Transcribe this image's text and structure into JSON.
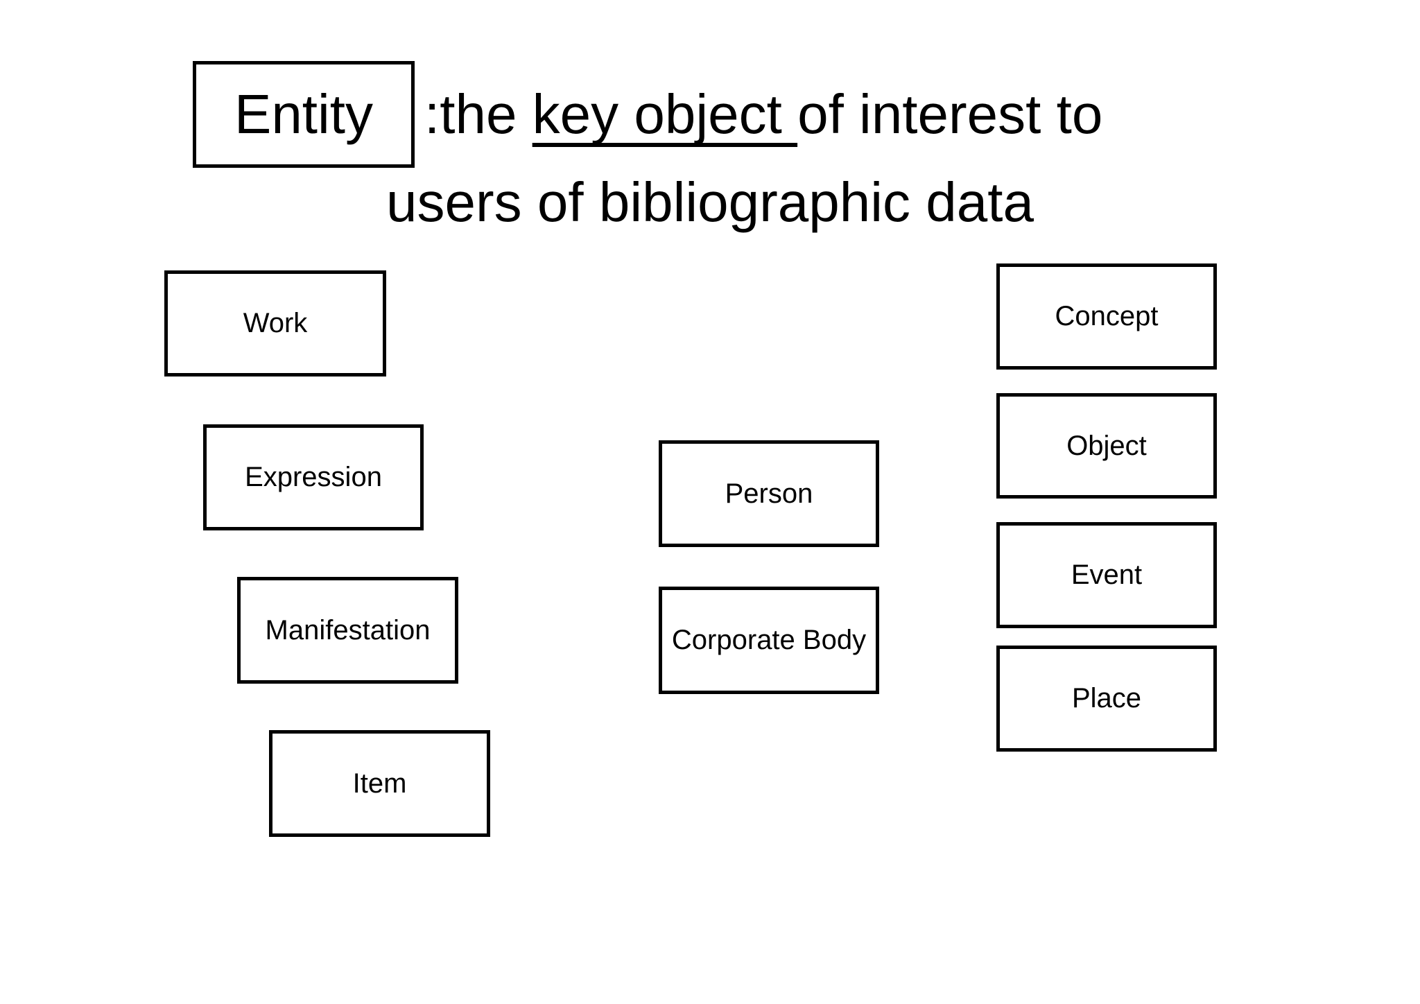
{
  "slide": {
    "background_color": "#ffffff",
    "text_color": "#000000",
    "border_color": "#000000"
  },
  "title": {
    "entity_label": "Entity",
    "line1_prefix": ":the ",
    "line1_underlined": "key object ",
    "line1_suffix": "of interest to",
    "line2": "users of bibliographic data"
  },
  "boxes": [
    {
      "id": "work",
      "label": "Work"
    },
    {
      "id": "expression",
      "label": "Expression"
    },
    {
      "id": "manifestation",
      "label": "Manifestation"
    },
    {
      "id": "item",
      "label": "Item"
    },
    {
      "id": "person",
      "label": "Person"
    },
    {
      "id": "corporate-body",
      "label": "Corporate Body"
    },
    {
      "id": "concept",
      "label": "Concept"
    },
    {
      "id": "object",
      "label": "Object"
    },
    {
      "id": "event",
      "label": "Event"
    },
    {
      "id": "place",
      "label": "Place"
    }
  ]
}
